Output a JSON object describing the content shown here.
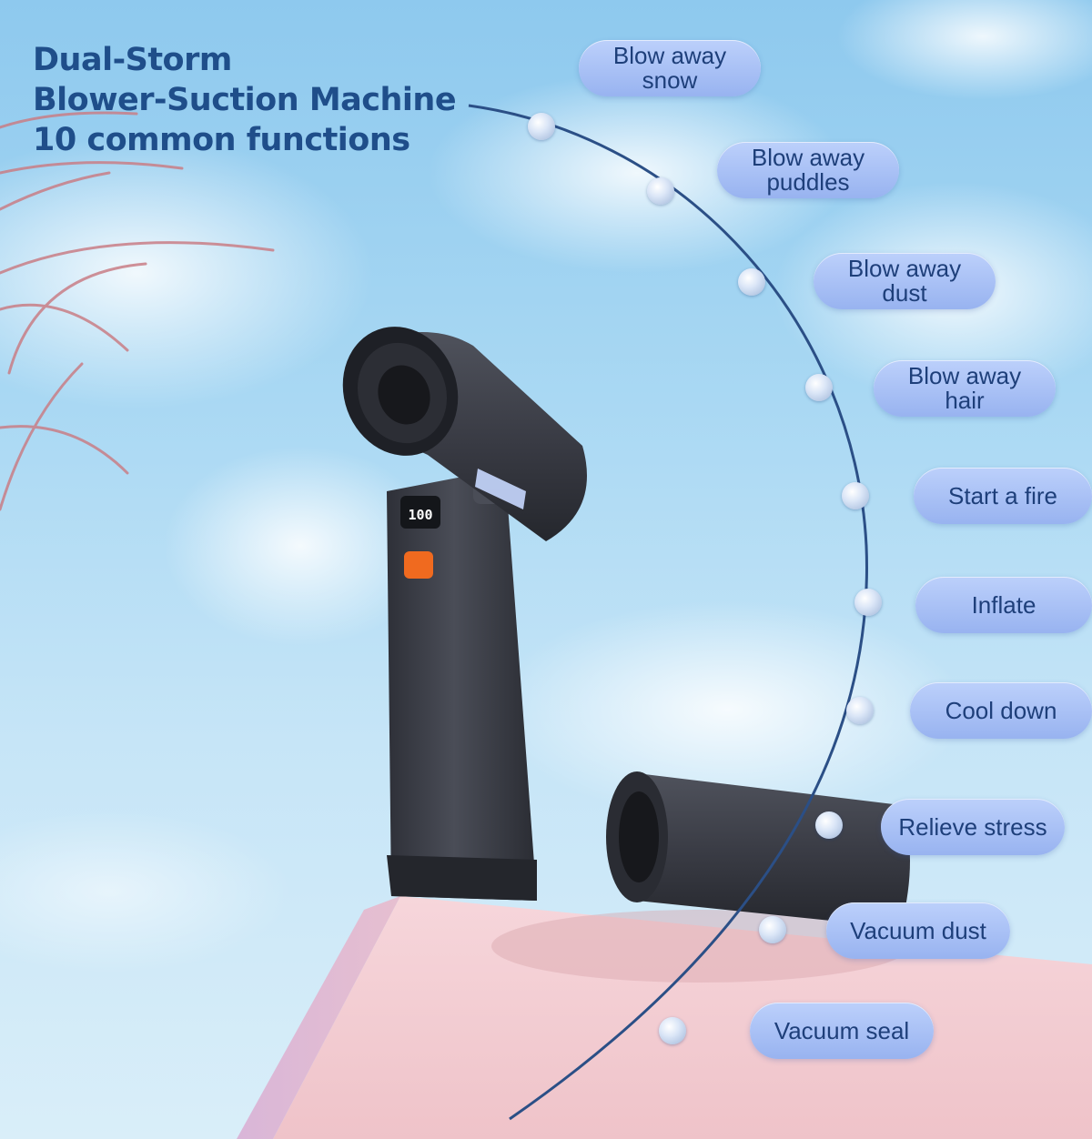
{
  "headline": {
    "line1": "Dual-Storm",
    "line2": "Blower-Suction Machine",
    "line3": "10 common functions"
  },
  "device": {
    "display_value": "100"
  },
  "functions": [
    "Blow away\nsnow",
    "Blow away\npuddles",
    "Blow away\ndust",
    "Blow away\nhair",
    "Start a fire",
    "Inflate",
    "Cool down",
    "Relieve stress",
    "Vacuum dust",
    "Vacuum seal"
  ],
  "colors": {
    "headline": "#1f4e8a",
    "pill": "#a9c0f5",
    "pill_text": "#1e3f7a",
    "arc": "#2b4f86",
    "pedestal": "#f2cdd4",
    "device": "#3b3e47",
    "display": "#ffffff",
    "button": "#f06a1f"
  },
  "icons": [
    "timeline-node-icon"
  ]
}
